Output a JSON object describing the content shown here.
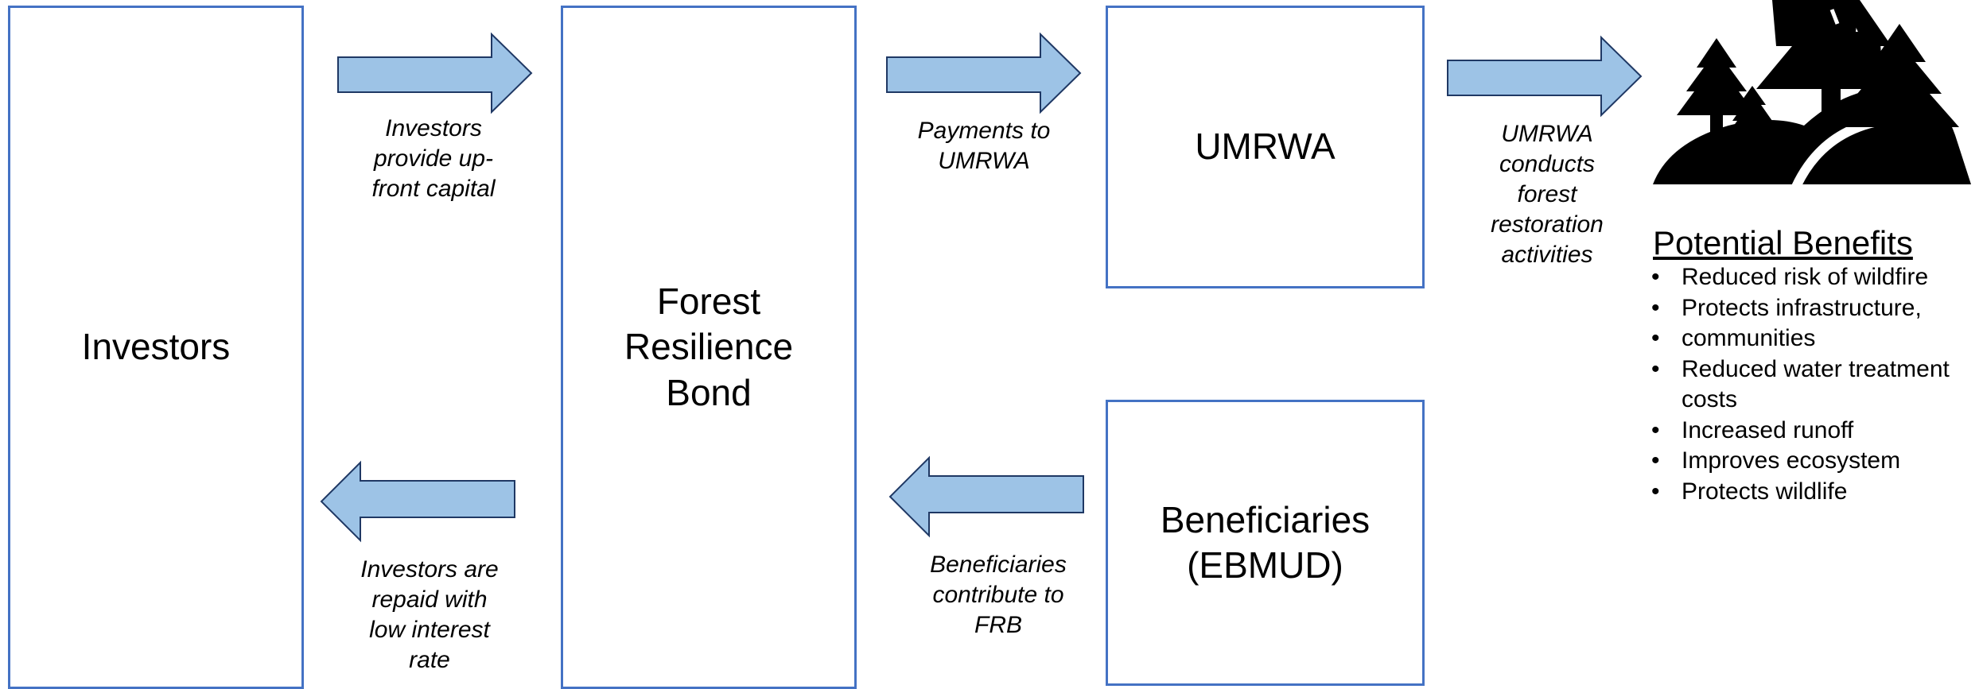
{
  "boxes": {
    "investors": "Investors",
    "frb": "Forest\nResilience\nBond",
    "umrwa": "UMRWA",
    "beneficiaries": "Beneficiaries\n(EBMUD)"
  },
  "captions": {
    "investors_provide": "Investors\nprovide up-\nfront capital",
    "payments": "Payments to\nUMRWA",
    "umrwa_conducts": "UMRWA\nconducts\nforest\nrestoration\nactivities",
    "investors_repaid": "Investors are\nrepaid with\nlow interest\nrate",
    "beneficiaries_contribute": "Beneficiaries\ncontribute to\nFRB"
  },
  "benefits": {
    "title": "Potential Benefits",
    "bullet": "•",
    "items": [
      "Reduced risk of wildfire",
      "Protects infrastructure,",
      "communities",
      "Reduced water treatment\ncosts",
      "Increased runoff",
      "Improves ecosystem",
      "Protects wildlife"
    ]
  },
  "colors": {
    "arrow_fill": "#9dc3e6",
    "arrow_stroke": "#1f3864",
    "box_border": "#4472c4"
  },
  "icons": {
    "forest": "forest-trees-icon"
  }
}
